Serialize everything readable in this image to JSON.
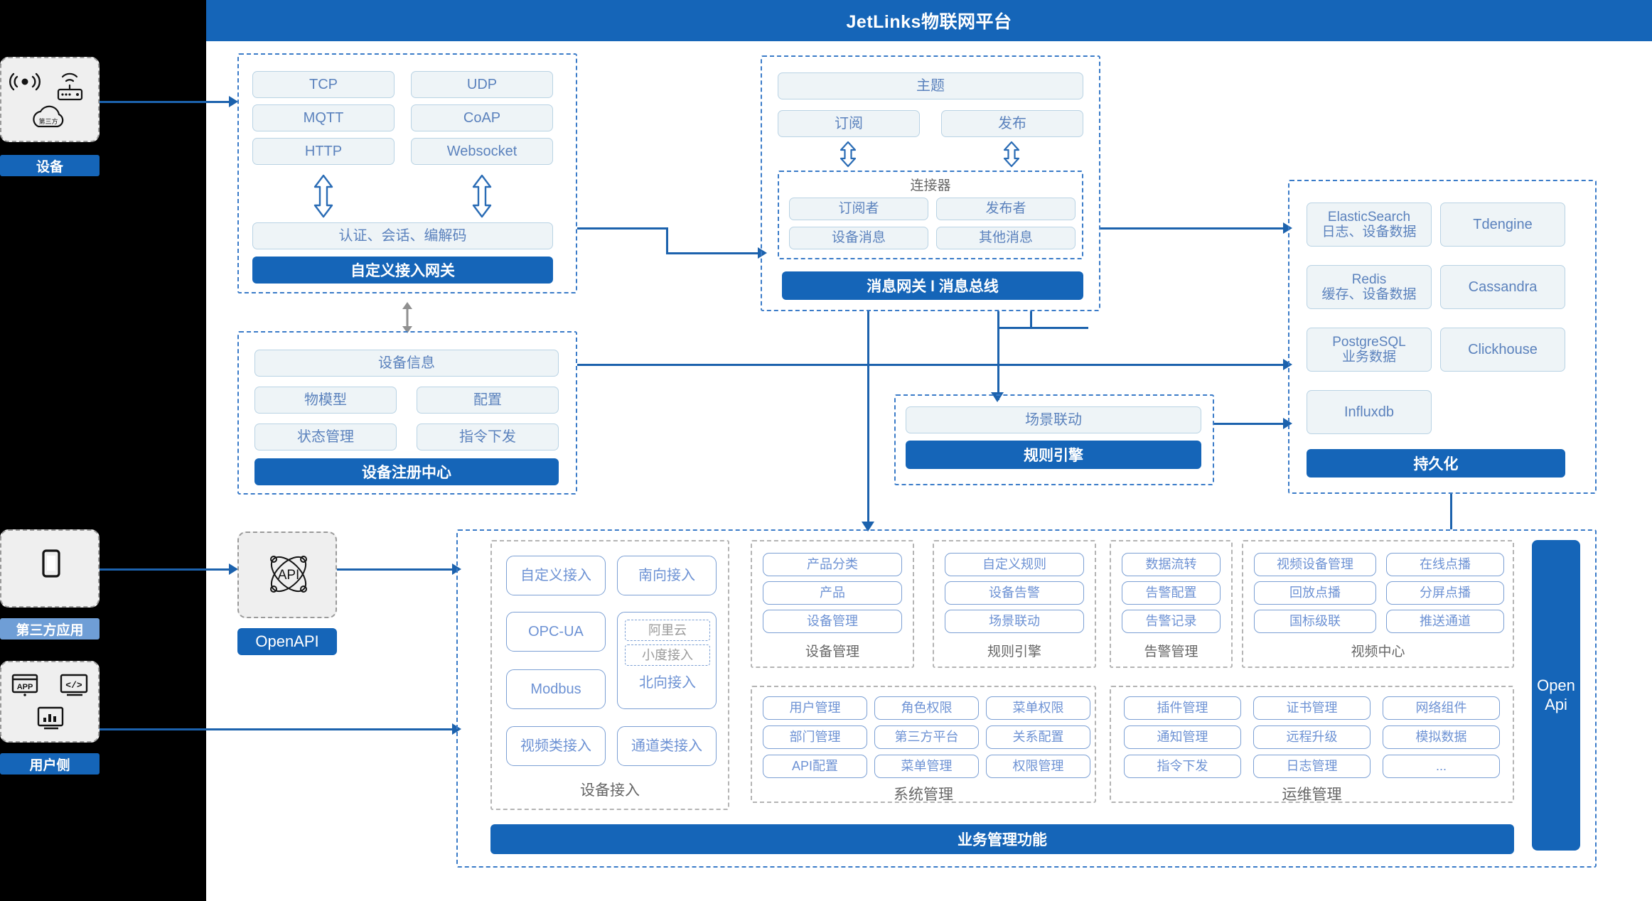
{
  "header": {
    "title": "JetLinks物联网平台"
  },
  "actors": {
    "device": {
      "label": "设备",
      "icons": [
        "signal-icon",
        "router-icon",
        "third-party-cloud-icon"
      ],
      "cloud_text": "第三方"
    },
    "third_party_app": {
      "label": "第三方应用",
      "icons": [
        "mobile-phone-icon"
      ]
    },
    "user_side": {
      "label": "用户侧",
      "icons": [
        "app-store-icon",
        "code-window-icon",
        "dashboard-chart-icon"
      ]
    }
  },
  "openapi_node": {
    "label": "OpenAPI",
    "icon": "api-atom-icon"
  },
  "gateway": {
    "protocols": [
      "TCP",
      "UDP",
      "MQTT",
      "CoAP",
      "HTTP",
      "Websocket"
    ],
    "middle": "认证、会话、编解码",
    "title": "自定义接入网关"
  },
  "message_bus": {
    "topic": "主题",
    "subscribe": "订阅",
    "publish": "发布",
    "connector_caption": "连接器",
    "connector_items": [
      "订阅者",
      "发布者",
      "设备消息",
      "其他消息"
    ],
    "title": "消息网关 l 消息总线"
  },
  "registry": {
    "info": "设备信息",
    "items": [
      "物模型",
      "配置",
      "状态管理",
      "指令下发"
    ],
    "title": "设备注册中心"
  },
  "rule_engine": {
    "item": "场景联动",
    "title": "规则引擎"
  },
  "persistence": {
    "left_items": [
      {
        "line1": "ElasticSearch",
        "line2": "日志、设备数据"
      },
      {
        "line1": "Redis",
        "line2": "缓存、设备数据"
      },
      {
        "line1": "PostgreSQL",
        "line2": "业务数据"
      },
      {
        "line1": "Influxdb",
        "line2": ""
      }
    ],
    "right_items": [
      "Tdengine",
      "Cassandra",
      "Clickhouse"
    ],
    "title": "持久化"
  },
  "business": {
    "title": "业务管理功能",
    "open_api_side": {
      "line1": "Open",
      "line2": "Api"
    },
    "groups": [
      {
        "caption": "设备接入",
        "rows": [
          [
            "自定义接入",
            "南向接入"
          ],
          [
            "OPC-UA",
            null
          ],
          [
            "Modbus",
            null
          ],
          [
            "视频类接入",
            "通道类接入"
          ]
        ],
        "nested": {
          "sub_items": [
            "阿里云",
            "小度接入"
          ],
          "label": "北向接入"
        }
      },
      {
        "caption": "设备管理",
        "items": [
          "产品分类",
          "产品",
          "设备管理"
        ]
      },
      {
        "caption": "规则引擎",
        "items": [
          "自定义规则",
          "设备告警",
          "场景联动"
        ]
      },
      {
        "caption": "告警管理",
        "items": [
          "数据流转",
          "告警配置",
          "告警记录"
        ]
      },
      {
        "caption": "视频中心",
        "items": [
          "视频设备管理",
          "在线点播",
          "回放点播",
          "分屏点播",
          "国标级联",
          "推送通道"
        ]
      },
      {
        "caption": "系统管理",
        "items": [
          "用户管理",
          "角色权限",
          "菜单权限",
          "部门管理",
          "第三方平台",
          "关系配置",
          "API配置",
          "菜单管理",
          "权限管理"
        ]
      },
      {
        "caption": "运维管理",
        "items": [
          "插件管理",
          "证书管理",
          "网络组件",
          "通知管理",
          "远程升级",
          "模拟数据",
          "指令下发",
          "日志管理",
          "..."
        ]
      }
    ]
  },
  "colors": {
    "brand_blue": "#1565b8",
    "chip_text": "#5b82bd",
    "chip_fill": "#eef4f7",
    "chip_border": "#b9d3e4",
    "dashed_blue": "#3a7bc8",
    "outline_blue": "#7b9fd4",
    "gray_dashed": "#9a9a9a"
  }
}
